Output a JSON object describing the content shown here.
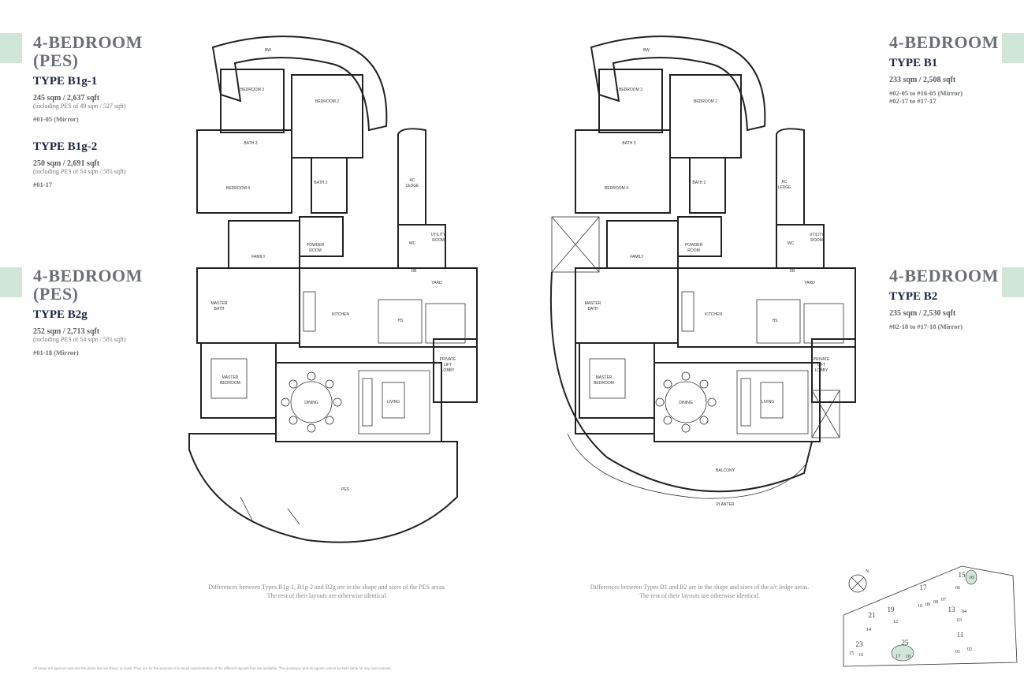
{
  "left": {
    "group1": {
      "title": "4-BEDROOM\n(PES)",
      "type_a": {
        "name": "TYPE B1g-1",
        "area": "245 sqm / 2,637 sqft",
        "pes": "(including PES of 49 sqm / 527 sqft)",
        "units": "#01-05 (Mirror)"
      },
      "type_b": {
        "name": "TYPE B1g-2",
        "area": "250 sqm / 2,691 sqft",
        "pes": "(including PES of 54 sqm / 581 sqft)",
        "units": "#01-17"
      }
    },
    "group2": {
      "title": "4-BEDROOM\n(PES)",
      "type": {
        "name": "TYPE B2g",
        "area": "252 sqm / 2,713 sqft",
        "pes": "(including PES of 54 sqm / 581 sqft)",
        "units": "#01-18 (Mirror)"
      }
    },
    "note_line1": "Differences between Types B1g-1, B1g-2 and B2g are in the shape and sizes of the PES areas.",
    "note_line2": "The rest of their layouts are otherwise identical."
  },
  "right": {
    "group1": {
      "title": "4-BEDROOM",
      "type": "TYPE B1",
      "area": "233 sqm / 2,508 sqft",
      "units1": "#02-05 to #16-05 (Mirror)",
      "units2": "#02-17 to #17-17"
    },
    "group2": {
      "title": "4-BEDROOM",
      "type": "TYPE B2",
      "area": "235 sqm / 2,530 sqft",
      "units1": "#02-18 to #17-18 (Mirror)"
    },
    "note_line1": "Differences between Types B1 and B2 are in the shape and sizes of the a/c ledge areas.",
    "note_line2": "The rest of their layouts are otherwise identical."
  },
  "plan_labels": {
    "bw": "BW",
    "bedroom3": "BEDROOM 3",
    "bedroom2": "BEDROOM 2",
    "bedroom4": "BEDROOM 4",
    "bath3": "BATH 3",
    "bath2": "BATH 2",
    "family": "FAMILY",
    "powder": "POWDER",
    "room": "ROOM",
    "wc": "WC",
    "utility": "UTILITY",
    "db": "DB",
    "yard": "YARD",
    "master": "MASTER",
    "bath": "BATH",
    "kitchen": "KITCHEN",
    "hs": "HS",
    "private": "PRIVATE",
    "lift": "LIFT",
    "lobby": "LOBBY",
    "bedroom": "BEDROOM",
    "dining": "DINING",
    "living": "LIVING",
    "pes": "PES",
    "ac": "AC",
    "ledge": "LEDGE",
    "balcony": "BALCONY",
    "planter": "PLANTER"
  },
  "site_map": {
    "compass": "N",
    "blocks": [
      "15",
      "05",
      "06",
      "17",
      "10",
      "09",
      "08",
      "07",
      "19",
      "13",
      "04",
      "03",
      "21",
      "14",
      "12",
      "23",
      "15",
      "16",
      "25",
      "17",
      "18",
      "11",
      "01",
      "02"
    ]
  },
  "footer": "All areas are approximate and the plans are not drawn to scale. They are for the purpose of a visual representation of the different layouts that are available. The developer and its agents cannot be held liable for any inaccuracies.",
  "colors": {
    "accent_tab": "#cfe6d8",
    "heading_gray": "#6c6f74",
    "type_navy": "#1d2744",
    "highlight_green": "#cfe6d8"
  }
}
